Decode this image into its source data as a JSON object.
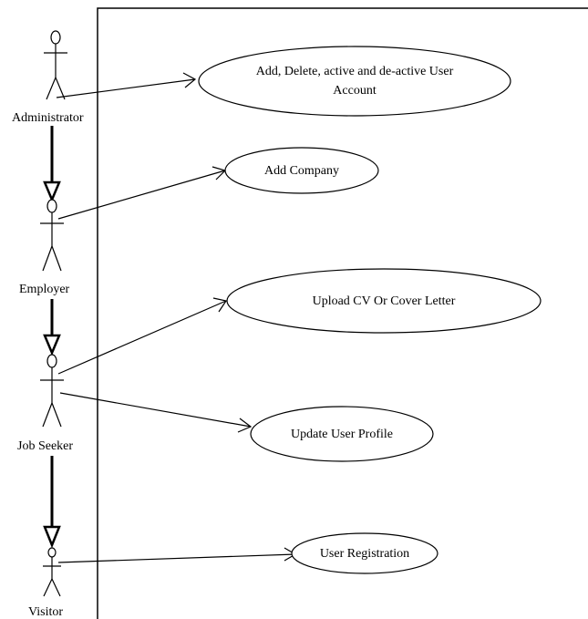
{
  "actors": [
    {
      "id": "administrator",
      "label": "Administrator"
    },
    {
      "id": "employer",
      "label": "Employer"
    },
    {
      "id": "job-seeker",
      "label": "Job Seeker"
    },
    {
      "id": "visitor",
      "label": "Visitor"
    }
  ],
  "use_cases": [
    {
      "id": "manage-accounts",
      "lines": [
        "Add, Delete, active and de-active User",
        "Account"
      ]
    },
    {
      "id": "add-company",
      "lines": [
        "Add Company"
      ]
    },
    {
      "id": "upload-cv",
      "lines": [
        "Upload CV Or Cover Letter"
      ]
    },
    {
      "id": "update-profile",
      "lines": [
        "Update User Profile"
      ]
    },
    {
      "id": "user-registration",
      "lines": [
        "User Registration"
      ]
    }
  ],
  "associations": [
    {
      "from": "administrator",
      "to": "manage-accounts"
    },
    {
      "from": "employer",
      "to": "add-company"
    },
    {
      "from": "job-seeker",
      "to": "upload-cv"
    },
    {
      "from": "job-seeker",
      "to": "update-profile"
    },
    {
      "from": "visitor",
      "to": "user-registration"
    }
  ],
  "generalizations": [
    {
      "child": "administrator",
      "parent": "employer"
    },
    {
      "child": "employer",
      "parent": "job-seeker"
    },
    {
      "child": "job-seeker",
      "parent": "visitor"
    }
  ]
}
